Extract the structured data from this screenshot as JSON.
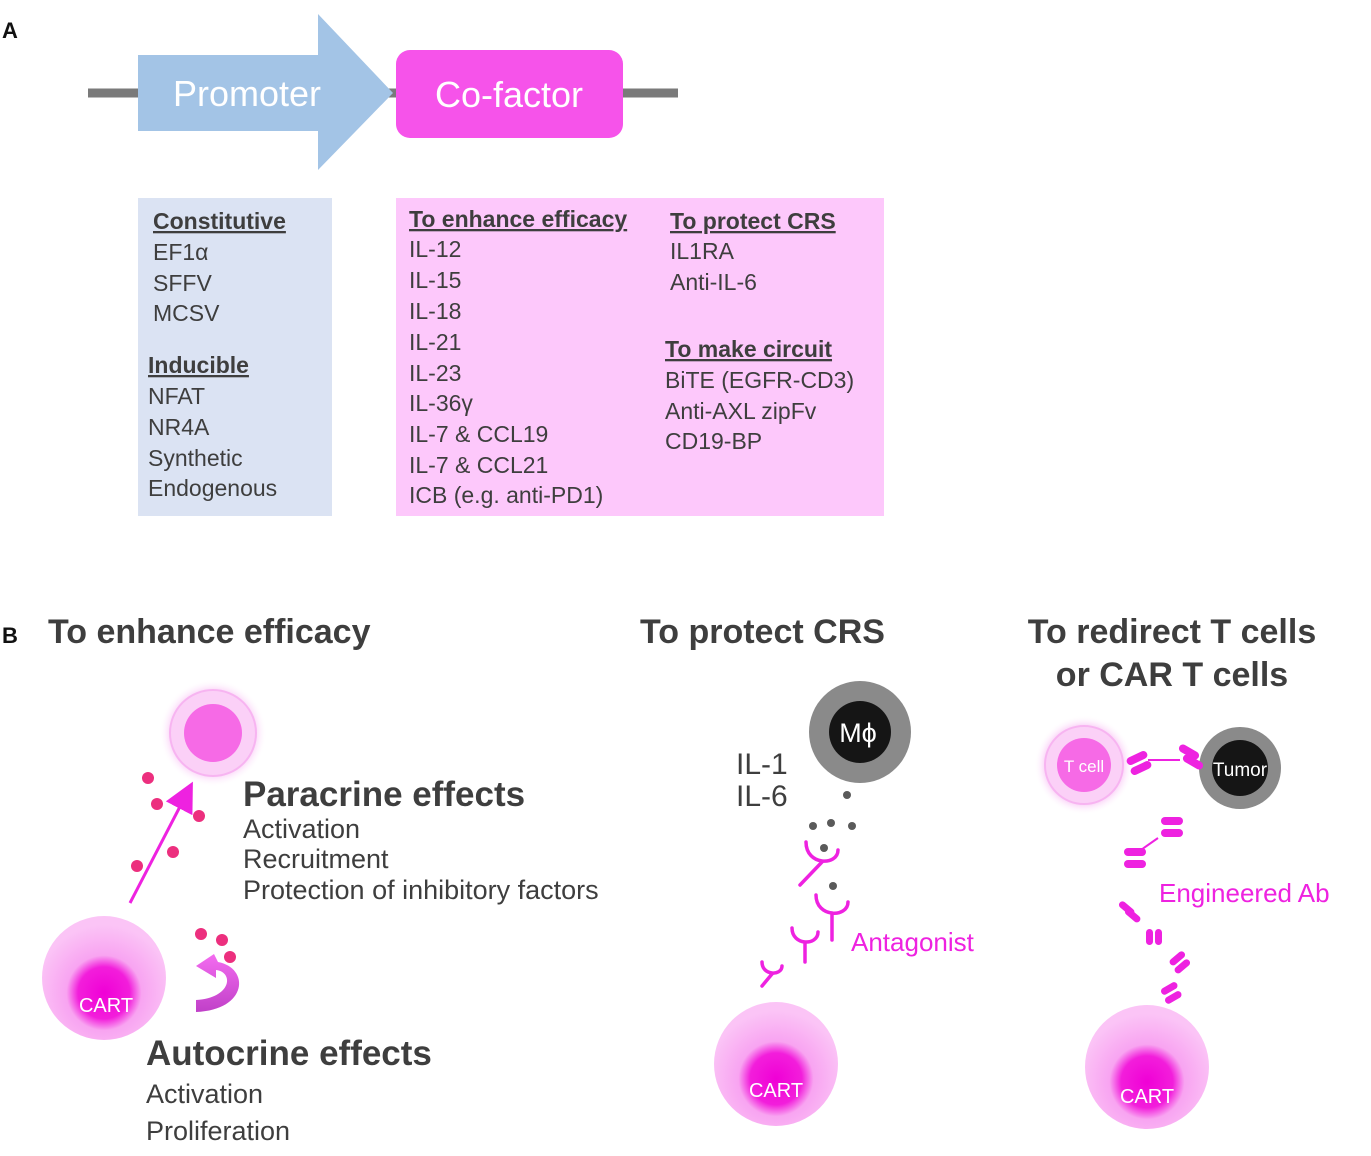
{
  "panel_a": {
    "label": "A",
    "promoter": "Promoter",
    "cofactor": "Co-factor",
    "promoter_box": {
      "constitutive_heading": "Constitutive",
      "constitutive_items": [
        "EF1α",
        "SFFV",
        "MCSV"
      ],
      "inducible_heading": "Inducible",
      "inducible_items": [
        "NFAT",
        "NR4A",
        "Synthetic",
        "Endogenous"
      ]
    },
    "cofactor_box": {
      "efficacy_heading": "To enhance efficacy",
      "efficacy_items": [
        "IL-12",
        "IL-15",
        "IL-18",
        "IL-21",
        "IL-23",
        "IL-36γ",
        "IL-7 & CCL19",
        "IL-7 & CCL21",
        "ICB (e.g. anti-PD1)"
      ],
      "crs_heading": "To protect CRS",
      "crs_items": [
        "IL1RA",
        "Anti-IL-6"
      ],
      "circuit_heading": "To make circuit",
      "circuit_items": [
        "BiTE (EGFR-CD3)",
        "Anti-AXL zipFv",
        "CD19-BP"
      ]
    }
  },
  "panel_b": {
    "label": "B",
    "efficacy": {
      "title": "To enhance efficacy",
      "paracrine_title": "Paracrine effects",
      "paracrine_items": [
        "Activation",
        "Recruitment",
        "Protection of inhibitory factors"
      ],
      "autocrine_title": "Autocrine effects",
      "autocrine_items": [
        "Activation",
        "Proliferation"
      ],
      "cart_label": "CART"
    },
    "crs": {
      "title": "To protect CRS",
      "macrophage_label": "Mϕ",
      "cytokines": [
        "IL-1",
        "IL-6"
      ],
      "antagonist_label": "Antagonist",
      "cart_label": "CART"
    },
    "redirect": {
      "title_line1": "To redirect T cells",
      "title_line2": "or CAR T cells",
      "tcell_label": "T cell",
      "tumor_label": "Tumor",
      "ab_label": "Engineered Ab",
      "cart_label": "CART"
    }
  },
  "colors": {
    "promoter": "#a3c4e6",
    "cofactor": "#f653ea",
    "promoter_box": "#dbe3f3",
    "cofactor_box": "#fdc8fb",
    "magenta": "#ee22e0",
    "dot_pink": "#ec2f7e",
    "grey_dark": "#5a5a5a"
  }
}
